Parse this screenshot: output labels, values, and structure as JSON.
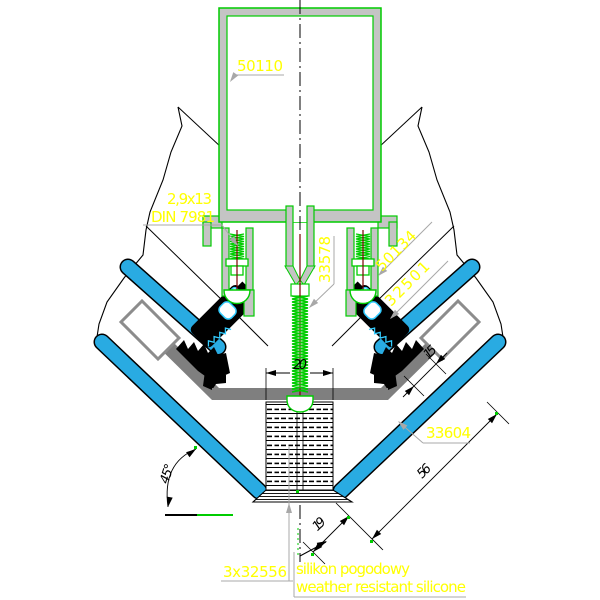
{
  "drawing": {
    "type": "CAD glazing ridge/valley detail section",
    "labels": {
      "cap_profile": "50110",
      "screw_size": "2,9x13",
      "screw_standard": "DIN 7981",
      "center_screw": "33578",
      "pressure_profile": "50134",
      "clamp_part": "32501",
      "frame_profile": "33604",
      "sealant_part": "3x32556",
      "silicone_pl": "silikon pogodowy",
      "silicone_en": "weather resistant silicone"
    },
    "dimensions": {
      "joint_width": "20",
      "overlap": "15",
      "edge_gap": "19",
      "glass_bite": "56",
      "angle": "45°"
    },
    "colors": {
      "glass_blue": "#29ABE2",
      "profile_green": "#00CC00",
      "annotation_yellow": "#FFFF00",
      "aluminium_gray": "#C4C4C4",
      "frame_gray": "#7F7F7F",
      "gasket_black": "#000000",
      "accent_cyan": "#33CCFF",
      "screw_axis_red": "#7A0000",
      "leader_gray": "#A8A8A8"
    }
  }
}
